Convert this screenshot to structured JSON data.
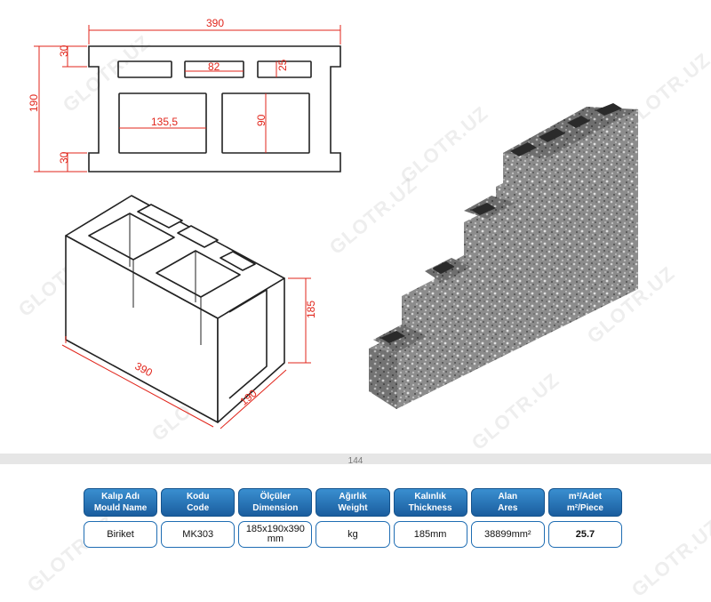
{
  "drawing": {
    "top_view": {
      "width": "390",
      "height": "190",
      "edge_top": "30",
      "edge_bottom": "30",
      "slot_width": "82",
      "slot_height": "25",
      "cavity_width": "135,5",
      "cavity_height": "90"
    },
    "iso_view": {
      "length": "390",
      "width": "190",
      "height": "185"
    },
    "watermark": "GLOTR.UZ"
  },
  "page_number": "144",
  "table": {
    "headers": [
      {
        "line1": "Kalıp Adı",
        "line2": "Mould Name"
      },
      {
        "line1": "Kodu",
        "line2": "Code"
      },
      {
        "line1": "Ölçüler",
        "line2": "Dimension"
      },
      {
        "line1": "Ağırlık",
        "line2": "Weight"
      },
      {
        "line1": "Kalınlık",
        "line2": "Thickness"
      },
      {
        "line1": "Alan",
        "line2": "Ares"
      },
      {
        "line1": "m²/Adet",
        "line2": "m²/Piece"
      }
    ],
    "row": [
      {
        "line1": "Biriket",
        "line2": ""
      },
      {
        "line1": "MK303",
        "line2": ""
      },
      {
        "line1": "185x190x390",
        "line2": "mm"
      },
      {
        "line1": "kg",
        "line2": ""
      },
      {
        "line1": "185mm",
        "line2": ""
      },
      {
        "line1": "38899mm²",
        "line2": ""
      },
      {
        "line1": "25.7",
        "line2": ""
      }
    ]
  },
  "colors": {
    "dimension_red": "#e1251b",
    "header_blue": "#1a5d9e",
    "cell_border": "#1f6db3"
  }
}
